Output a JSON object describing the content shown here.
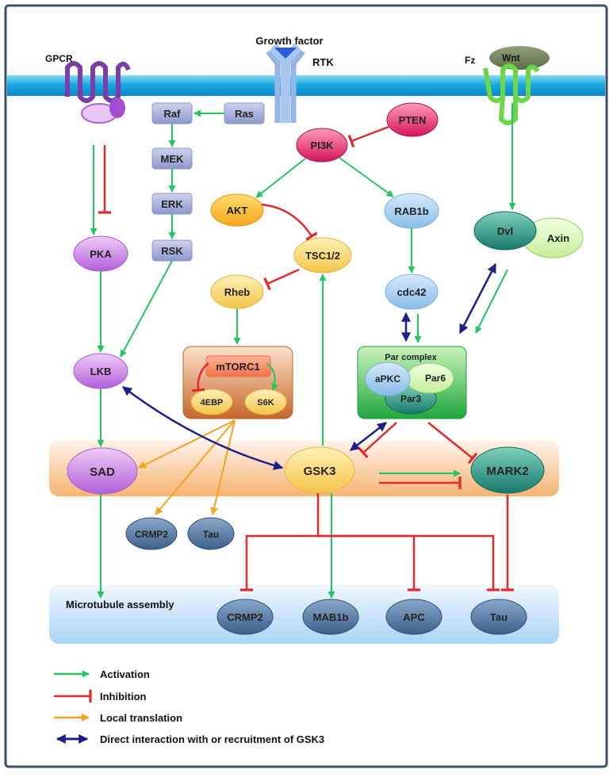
{
  "labels": {
    "growth_factor": "Growth factor",
    "rtk": "RTK",
    "gpcr": "GPCR",
    "fz": "Fz",
    "wnt": "Wnt",
    "par_complex": "Par complex",
    "microtubule_assembly": "Microtubule assembly"
  },
  "nodes": {
    "raf": "Raf",
    "ras": "Ras",
    "mek": "MEK",
    "erk": "ERK",
    "rsk": "RSK",
    "pten": "PTEN",
    "pi3k": "PI3K",
    "akt": "AKT",
    "rab1b": "RAB1b",
    "tsc": "TSC1/2",
    "rheb": "Rheb",
    "cdc42": "cdc42",
    "dvl": "Dvl",
    "axin": "Axin",
    "pka": "PKA",
    "lkb": "LKB",
    "mtorc1": "mTORC1",
    "ebp4": "4EBP",
    "s6k": "S6K",
    "apkc": "aPKC",
    "par6": "Par6",
    "par3": "Par3",
    "sad": "SAD",
    "gsk3": "GSK3",
    "mark2": "MARK2",
    "crmp2_local": "CRMP2",
    "tau_local": "Tau",
    "crmp2": "CRMP2",
    "mab1b": "MAB1b",
    "apc": "APC",
    "tau": "Tau"
  },
  "legend": [
    {
      "type": "activation",
      "label": "Activation",
      "color": "#22c55e"
    },
    {
      "type": "inhibition",
      "label": "Inhibition",
      "color": "#e5282c"
    },
    {
      "type": "local",
      "label": "Local translation",
      "color": "#f5a21c"
    },
    {
      "type": "direct",
      "label": "Direct interaction with or recruitment of GSK3",
      "color": "#1a1f8a"
    }
  ]
}
